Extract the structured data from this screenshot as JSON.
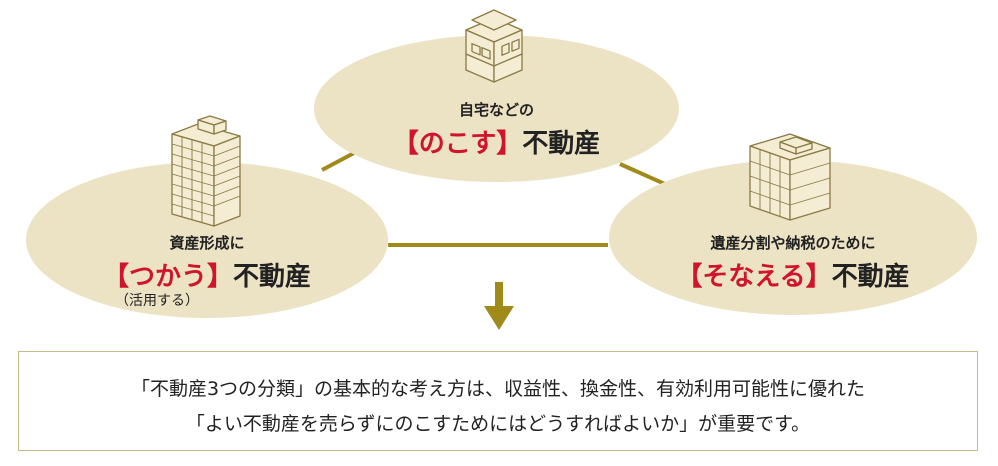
{
  "colors": {
    "ellipse": "#ece2c4",
    "line": "#a08a1a",
    "accent": "#d0142c",
    "icon_fill": "#f4ecd3",
    "icon_stroke": "#8a7a44"
  },
  "nodes": {
    "nokosu": {
      "small": "自宅などの",
      "accent": "【のこす】",
      "rest": "不動産",
      "icon": "house-icon"
    },
    "tsukau": {
      "small": "資産形成に",
      "accent": "【つかう】",
      "rest": "不動産",
      "sub": "（活用する）",
      "icon": "office-building-icon"
    },
    "sonaeru": {
      "small": "遺産分割や納税のために",
      "accent": "【そなえる】",
      "rest": "不動産",
      "icon": "apartment-building-icon"
    }
  },
  "arrow": {
    "icon": "down-arrow-icon"
  },
  "summary": {
    "line1": "「不動産3つの分類」の基本的な考え方は、収益性、換金性、有効利用可能性に優れた",
    "line2": "「よい不動産を売らずにのこすためにはどうすればよいか」が重要です。"
  }
}
